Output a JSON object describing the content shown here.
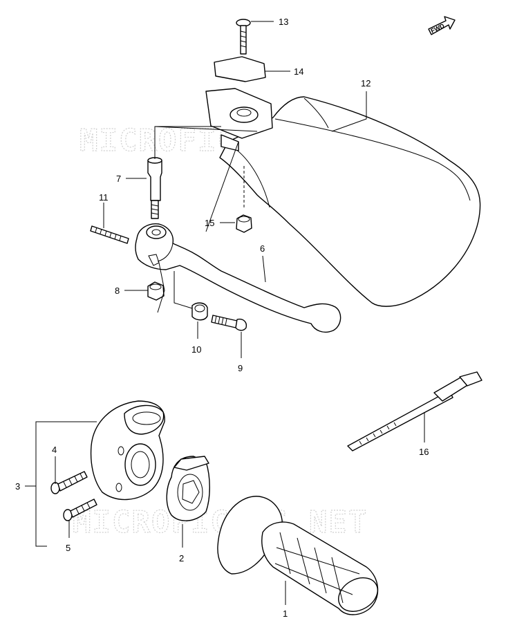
{
  "watermark": "MICROFICHES.NET",
  "fwd_label": "FWD",
  "callouts": {
    "c1": "1",
    "c2": "2",
    "c3": "3",
    "c4": "4",
    "c5": "5",
    "c6": "6",
    "c7": "7",
    "c8": "8",
    "c9": "9",
    "c10": "10",
    "c11": "11",
    "c12": "12",
    "c13": "13",
    "c14": "14",
    "c15": "15",
    "c16": "16"
  }
}
